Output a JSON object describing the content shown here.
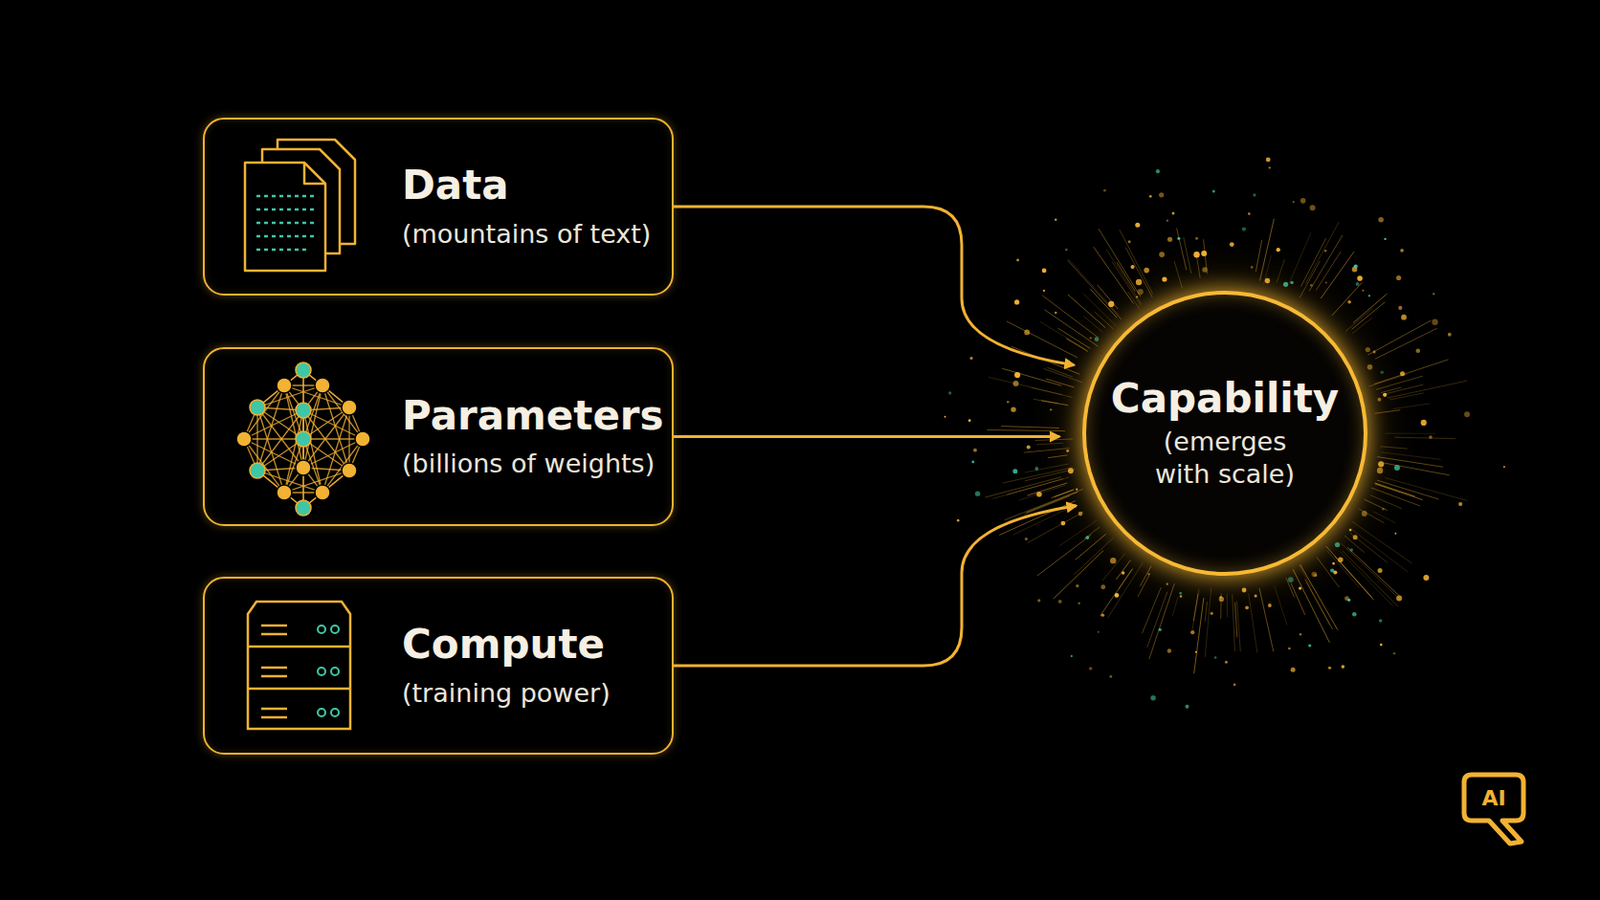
{
  "diagram": {
    "nodes": [
      {
        "text": [
          "Data",
          "(mountains of text)"
        ]
      },
      {
        "text": [
          "Parameters",
          "(billions of weights)"
        ]
      },
      {
        "text": [
          "Compute",
          "(training power)"
        ]
      },
      {
        "text": [
          "Capability",
          "(emerges with scale)"
        ]
      }
    ],
    "edges": [
      {
        "from": 0,
        "to": 3,
        "arrow": "to"
      },
      {
        "from": 1,
        "to": 3,
        "arrow": "to"
      },
      {
        "from": 2,
        "to": 3,
        "arrow": "to"
      }
    ],
    "labels": [
      "AI"
    ]
  }
}
